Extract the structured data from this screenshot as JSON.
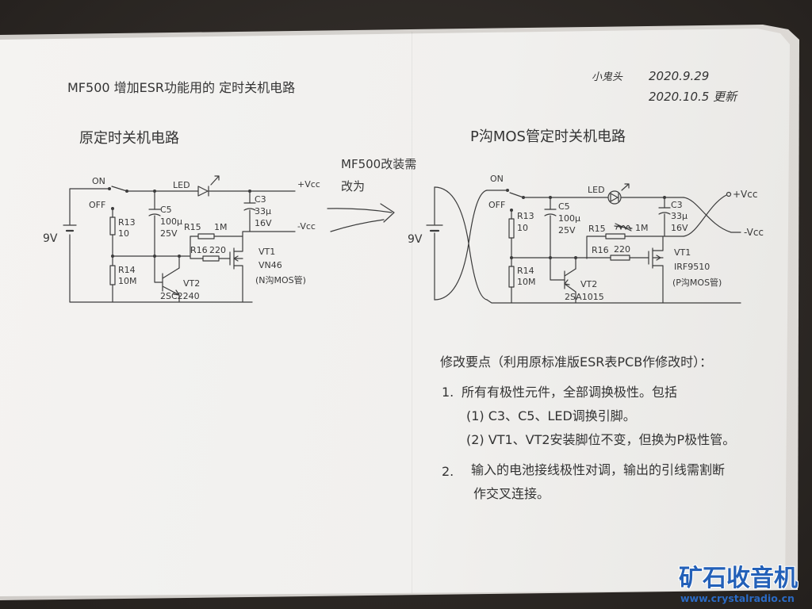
{
  "header": {
    "title": "MF500 增加ESR功能用的 定时关机电路",
    "author": "小鬼头",
    "date": "2020.9.29",
    "update": "2020.10.5 更新"
  },
  "original_circuit": {
    "heading": "原定时关机电路",
    "switch_on": "ON",
    "switch_off": "OFF",
    "led": "LED",
    "vcc_pos": "+Vcc",
    "vcc_neg": "-Vcc",
    "battery": "9V",
    "c3": {
      "ref": "C3",
      "value": "33μ",
      "voltage": "16V"
    },
    "c5": {
      "ref": "C5",
      "value": "100μ",
      "voltage": "25V"
    },
    "r13": {
      "ref": "R13",
      "value": "10"
    },
    "r14": {
      "ref": "R14",
      "value": "10M"
    },
    "r15": {
      "ref": "R15",
      "value": "1M"
    },
    "r16": {
      "ref": "R16",
      "value": "220"
    },
    "vt1": {
      "ref": "VT1",
      "model": "VN46",
      "type": "(N沟MOS管)"
    },
    "vt2": {
      "ref": "VT2",
      "model": "2SC2240"
    }
  },
  "conversion_note": {
    "line1": "MF500改装需",
    "line2": "改为"
  },
  "pmos_circuit": {
    "heading": "P沟MOS管定时关机电路",
    "switch_on": "ON",
    "switch_off": "OFF",
    "led": "LED",
    "vcc_pos": "+Vcc",
    "vcc_neg": "-Vcc",
    "battery": "9V",
    "c3": {
      "ref": "C3",
      "value": "33μ",
      "voltage": "16V"
    },
    "c5": {
      "ref": "C5",
      "value": "100μ",
      "voltage": "25V"
    },
    "r13": {
      "ref": "R13",
      "value": "10"
    },
    "r14": {
      "ref": "R14",
      "value": "10M"
    },
    "r15": {
      "ref": "R15",
      "value": "1M"
    },
    "r16": {
      "ref": "R16",
      "value": "220"
    },
    "vt1": {
      "ref": "VT1",
      "model": "IRF9510",
      "type": "(P沟MOS管)"
    },
    "vt2": {
      "ref": "VT2",
      "model": "2SA1015"
    }
  },
  "notes": {
    "heading": "修改要点（利用原标准版ESR表PCB作修改时）：",
    "item1_num": "1.",
    "item1_text": "所有有极性元件，全部调换极性。包括",
    "item1_sub1": "(1) C3、C5、LED调换引脚。",
    "item1_sub2": "(2) VT1、VT2安装脚位不变，但换为P极性管。",
    "item2_num": "2.",
    "item2_line1": "输入的电池接线极性对调，输出的引线需割断",
    "item2_line2": "作交叉连接。"
  },
  "watermark": {
    "logo": "矿石收音机",
    "url": "www.crystalradio.cn"
  },
  "colors": {
    "ink": "#3c3c3c",
    "paper": "#f1f0ee",
    "background": "#2b2724",
    "watermark": "#2360b8"
  }
}
